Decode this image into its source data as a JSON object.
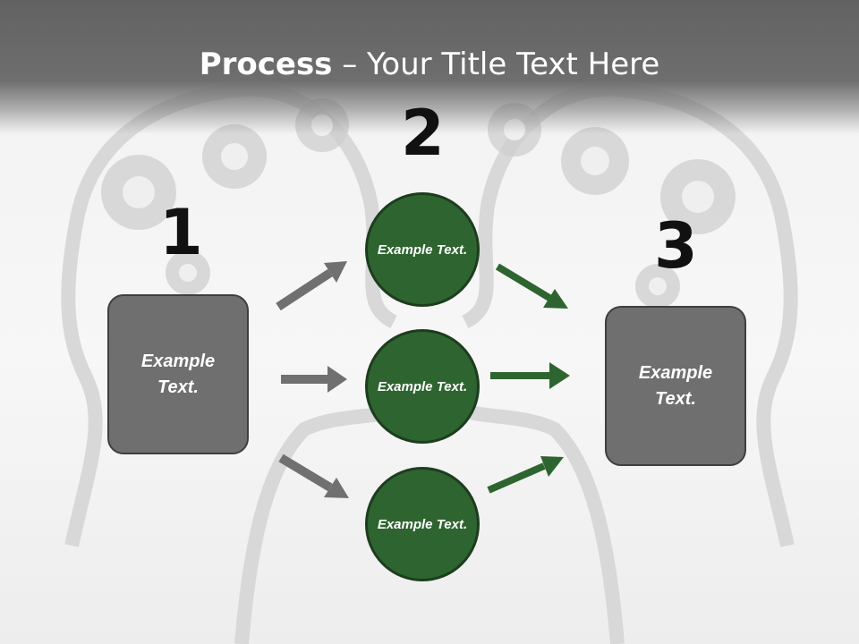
{
  "title": {
    "bold": "Process",
    "rest": " – Your Title Text Here"
  },
  "steps": [
    {
      "number": "1",
      "text": "Example Text."
    },
    {
      "number": "2",
      "items": [
        "Example Text.",
        "Example Text.",
        "Example Text."
      ]
    },
    {
      "number": "3",
      "text": "Example Text."
    }
  ],
  "colors": {
    "title_band": "#666666",
    "box": "#6f6f6f",
    "circle": "#2e6430",
    "gray_arrow": "#707070",
    "green_arrow": "#2e6430"
  }
}
